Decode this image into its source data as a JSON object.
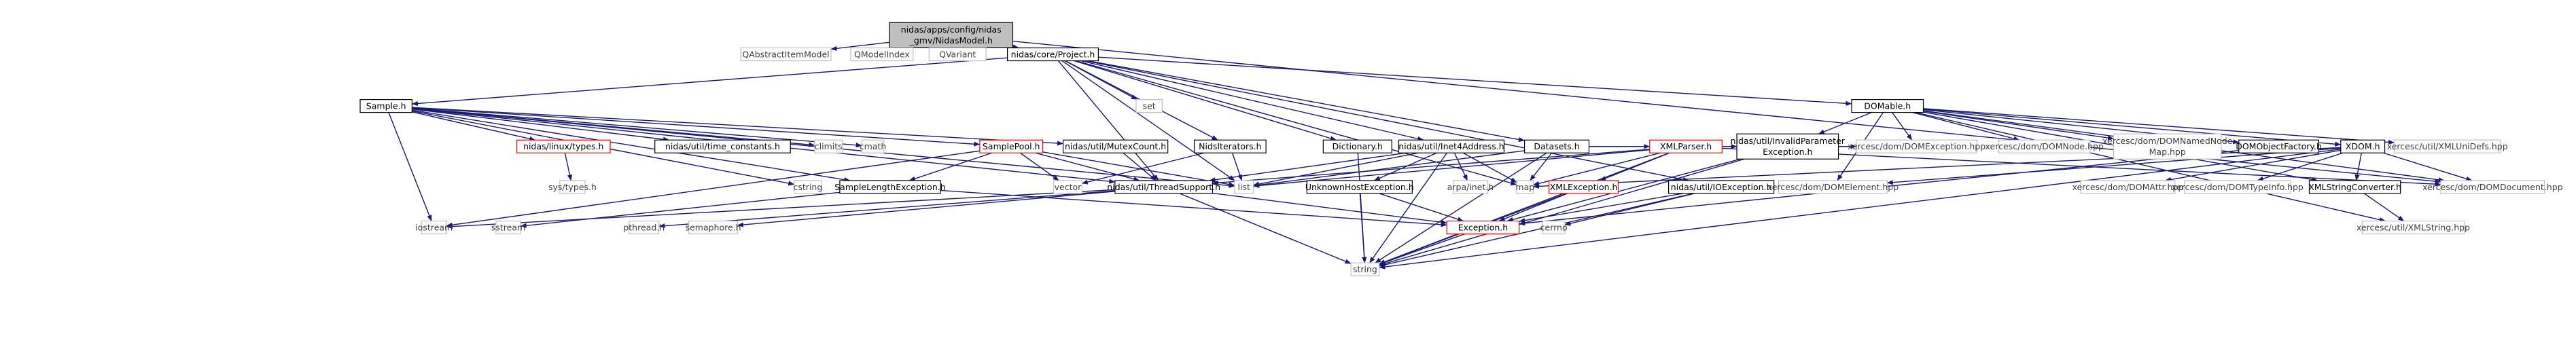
{
  "colors": {
    "edge": "#191970",
    "box_default": "#000000",
    "box_external": "#bfbfbf",
    "box_missing": "#ff0000",
    "box_root_fill": "#bfbfbf",
    "text_default": "#000000",
    "text_external": "#404040"
  },
  "nodes": [
    {
      "id": "root",
      "lines": [
        "nidas/apps/config/nidas",
        "_gmv/NidasModel.h"
      ],
      "kind": "root"
    },
    {
      "id": "qabs",
      "lines": [
        "QAbstractItemModel"
      ],
      "kind": "external"
    },
    {
      "id": "qmi",
      "lines": [
        "QModelIndex"
      ],
      "kind": "external"
    },
    {
      "id": "qvar",
      "lines": [
        "QVariant"
      ],
      "kind": "external"
    },
    {
      "id": "project",
      "lines": [
        "nidas/core/Project.h"
      ],
      "kind": "normal"
    },
    {
      "id": "sample",
      "lines": [
        "Sample.h"
      ],
      "kind": "normal"
    },
    {
      "id": "set",
      "lines": [
        "set"
      ],
      "kind": "external"
    },
    {
      "id": "domable",
      "lines": [
        "DOMable.h"
      ],
      "kind": "normal"
    },
    {
      "id": "types",
      "lines": [
        "nidas/linux/types.h"
      ],
      "kind": "missing"
    },
    {
      "id": "timeconst",
      "lines": [
        "nidas/util/time_constants.h"
      ],
      "kind": "normal"
    },
    {
      "id": "climits",
      "lines": [
        "climits"
      ],
      "kind": "external"
    },
    {
      "id": "cmath",
      "lines": [
        "cmath"
      ],
      "kind": "external"
    },
    {
      "id": "samplepool",
      "lines": [
        "SamplePool.h"
      ],
      "kind": "missing"
    },
    {
      "id": "mutexcount",
      "lines": [
        "nidas/util/MutexCount.h"
      ],
      "kind": "normal"
    },
    {
      "id": "nidsit",
      "lines": [
        "NidsIterators.h"
      ],
      "kind": "normal"
    },
    {
      "id": "dictionary",
      "lines": [
        "Dictionary.h"
      ],
      "kind": "normal"
    },
    {
      "id": "inet4",
      "lines": [
        "nidas/util/Inet4Address.h"
      ],
      "kind": "normal"
    },
    {
      "id": "datasets",
      "lines": [
        "Datasets.h"
      ],
      "kind": "normal"
    },
    {
      "id": "xmlparser",
      "lines": [
        "XMLParser.h"
      ],
      "kind": "missing"
    },
    {
      "id": "invparam",
      "lines": [
        "nidas/util/InvalidParameter",
        "Exception.h"
      ],
      "kind": "normal"
    },
    {
      "id": "domexc",
      "lines": [
        "xercesc/dom/DOMException.hpp"
      ],
      "kind": "external"
    },
    {
      "id": "domnode",
      "lines": [
        "xercesc/dom/DOMNode.hpp"
      ],
      "kind": "external"
    },
    {
      "id": "domnnm",
      "lines": [
        "xercesc/dom/DOMNamedNode",
        "Map.hpp"
      ],
      "kind": "external"
    },
    {
      "id": "domobjf",
      "lines": [
        "DOMObjectFactory.h"
      ],
      "kind": "normal"
    },
    {
      "id": "xdom",
      "lines": [
        "XDOM.h"
      ],
      "kind": "normal"
    },
    {
      "id": "xmluni",
      "lines": [
        "xercesc/util/XMLUniDefs.hpp"
      ],
      "kind": "external"
    },
    {
      "id": "systypes",
      "lines": [
        "sys/types.h"
      ],
      "kind": "external"
    },
    {
      "id": "cstring",
      "lines": [
        "cstring"
      ],
      "kind": "external"
    },
    {
      "id": "samplelen",
      "lines": [
        "SampleLengthException.h"
      ],
      "kind": "normal"
    },
    {
      "id": "vector",
      "lines": [
        "vector"
      ],
      "kind": "external"
    },
    {
      "id": "threadsupport",
      "lines": [
        "nidas/util/ThreadSupport.h"
      ],
      "kind": "normal"
    },
    {
      "id": "list",
      "lines": [
        "list"
      ],
      "kind": "external"
    },
    {
      "id": "unknownhost",
      "lines": [
        "UnknownHostException.h"
      ],
      "kind": "normal"
    },
    {
      "id": "arpainet",
      "lines": [
        "arpa/inet.h"
      ],
      "kind": "external"
    },
    {
      "id": "map",
      "lines": [
        "map"
      ],
      "kind": "external"
    },
    {
      "id": "xmlexc",
      "lines": [
        "XMLException.h"
      ],
      "kind": "missing"
    },
    {
      "id": "ioexc",
      "lines": [
        "nidas/util/IOException.h"
      ],
      "kind": "normal"
    },
    {
      "id": "domelem",
      "lines": [
        "xercesc/dom/DOMElement.hpp"
      ],
      "kind": "external"
    },
    {
      "id": "domattr",
      "lines": [
        "xercesc/dom/DOMAttr.hpp"
      ],
      "kind": "external"
    },
    {
      "id": "domtype",
      "lines": [
        "xercesc/dom/DOMTypeInfo.hpp"
      ],
      "kind": "external"
    },
    {
      "id": "xmlstrconv",
      "lines": [
        "XMLStringConverter.h"
      ],
      "kind": "normal"
    },
    {
      "id": "domdoc",
      "lines": [
        "xercesc/dom/DOMDocument.hpp"
      ],
      "kind": "external"
    },
    {
      "id": "iostream",
      "lines": [
        "iostream"
      ],
      "kind": "external"
    },
    {
      "id": "sstream",
      "lines": [
        "sstream"
      ],
      "kind": "external"
    },
    {
      "id": "pthread",
      "lines": [
        "pthread.h"
      ],
      "kind": "external"
    },
    {
      "id": "semaphore",
      "lines": [
        "semaphore.h"
      ],
      "kind": "external"
    },
    {
      "id": "exception",
      "lines": [
        "Exception.h"
      ],
      "kind": "missing"
    },
    {
      "id": "cerrno",
      "lines": [
        "cerrno"
      ],
      "kind": "external"
    },
    {
      "id": "xmlstring",
      "lines": [
        "xercesc/util/XMLString.hpp"
      ],
      "kind": "external"
    },
    {
      "id": "string",
      "lines": [
        "string"
      ],
      "kind": "external"
    }
  ],
  "edges": [
    [
      "root",
      "qabs"
    ],
    [
      "root",
      "qmi"
    ],
    [
      "root",
      "qvar"
    ],
    [
      "root",
      "project"
    ],
    [
      "root",
      "domdoc"
    ],
    [
      "project",
      "sample"
    ],
    [
      "project",
      "set"
    ],
    [
      "project",
      "domable"
    ],
    [
      "project",
      "nidsit"
    ],
    [
      "project",
      "dictionary"
    ],
    [
      "project",
      "inet4"
    ],
    [
      "project",
      "datasets"
    ],
    [
      "project",
      "threadsupport"
    ],
    [
      "project",
      "list"
    ],
    [
      "project",
      "map"
    ],
    [
      "project",
      "ioexc"
    ],
    [
      "sample",
      "types"
    ],
    [
      "sample",
      "timeconst"
    ],
    [
      "sample",
      "climits"
    ],
    [
      "sample",
      "cmath"
    ],
    [
      "sample",
      "samplepool"
    ],
    [
      "sample",
      "mutexcount"
    ],
    [
      "sample",
      "cstring"
    ],
    [
      "sample",
      "samplelen"
    ],
    [
      "sample",
      "iostream"
    ],
    [
      "sample",
      "threadsupport"
    ],
    [
      "sample",
      "list"
    ],
    [
      "types",
      "systypes"
    ],
    [
      "samplepool",
      "samplelen"
    ],
    [
      "samplepool",
      "vector"
    ],
    [
      "samplepool",
      "threadsupport"
    ],
    [
      "samplepool",
      "list"
    ],
    [
      "samplepool",
      "iostream"
    ],
    [
      "mutexcount",
      "threadsupport"
    ],
    [
      "nidsit",
      "list"
    ],
    [
      "nidsit",
      "vector"
    ],
    [
      "dictionary",
      "string"
    ],
    [
      "inet4",
      "unknownhost"
    ],
    [
      "inet4",
      "arpainet"
    ],
    [
      "inet4",
      "list"
    ],
    [
      "inet4",
      "map"
    ],
    [
      "inet4",
      "threadsupport"
    ],
    [
      "inet4",
      "string"
    ],
    [
      "datasets",
      "xmlparser"
    ],
    [
      "datasets",
      "invparam"
    ],
    [
      "datasets",
      "list"
    ],
    [
      "datasets",
      "map"
    ],
    [
      "datasets",
      "domexc"
    ],
    [
      "datasets",
      "string"
    ],
    [
      "xmlparser",
      "xmlexc"
    ],
    [
      "xmlparser",
      "threadsupport"
    ],
    [
      "xmlparser",
      "list"
    ],
    [
      "xmlparser",
      "map"
    ],
    [
      "xmlparser",
      "string"
    ],
    [
      "xmlparser",
      "domdoc"
    ],
    [
      "invparam",
      "exception"
    ],
    [
      "invparam",
      "string"
    ],
    [
      "domable",
      "domexc"
    ],
    [
      "domable",
      "domnode"
    ],
    [
      "domable",
      "domnnm"
    ],
    [
      "domable",
      "domobjf"
    ],
    [
      "domable",
      "xdom"
    ],
    [
      "domable",
      "xmluni"
    ],
    [
      "domable",
      "domelem"
    ],
    [
      "domable",
      "domdoc"
    ],
    [
      "domable",
      "invparam"
    ],
    [
      "domable",
      "xmlstrconv"
    ],
    [
      "domable",
      "xmlstring"
    ],
    [
      "domobjf",
      "exception"
    ],
    [
      "xdom",
      "domattr"
    ],
    [
      "xdom",
      "domtype"
    ],
    [
      "xdom",
      "xmlstrconv"
    ],
    [
      "xdom",
      "domelem"
    ],
    [
      "xdom",
      "map"
    ],
    [
      "xdom",
      "string"
    ],
    [
      "xdom",
      "domdoc"
    ],
    [
      "xmlstrconv",
      "xmlstring"
    ],
    [
      "samplelen",
      "exception"
    ],
    [
      "samplelen",
      "sstream"
    ],
    [
      "threadsupport",
      "pthread"
    ],
    [
      "threadsupport",
      "semaphore"
    ],
    [
      "threadsupport",
      "exception"
    ],
    [
      "threadsupport",
      "iostream"
    ],
    [
      "threadsupport",
      "string"
    ],
    [
      "unknownhost",
      "exception"
    ],
    [
      "unknownhost",
      "string"
    ],
    [
      "xmlexc",
      "exception"
    ],
    [
      "xmlexc",
      "string"
    ],
    [
      "ioexc",
      "exception"
    ],
    [
      "ioexc",
      "cerrno"
    ],
    [
      "ioexc",
      "string"
    ],
    [
      "exception",
      "string"
    ]
  ]
}
